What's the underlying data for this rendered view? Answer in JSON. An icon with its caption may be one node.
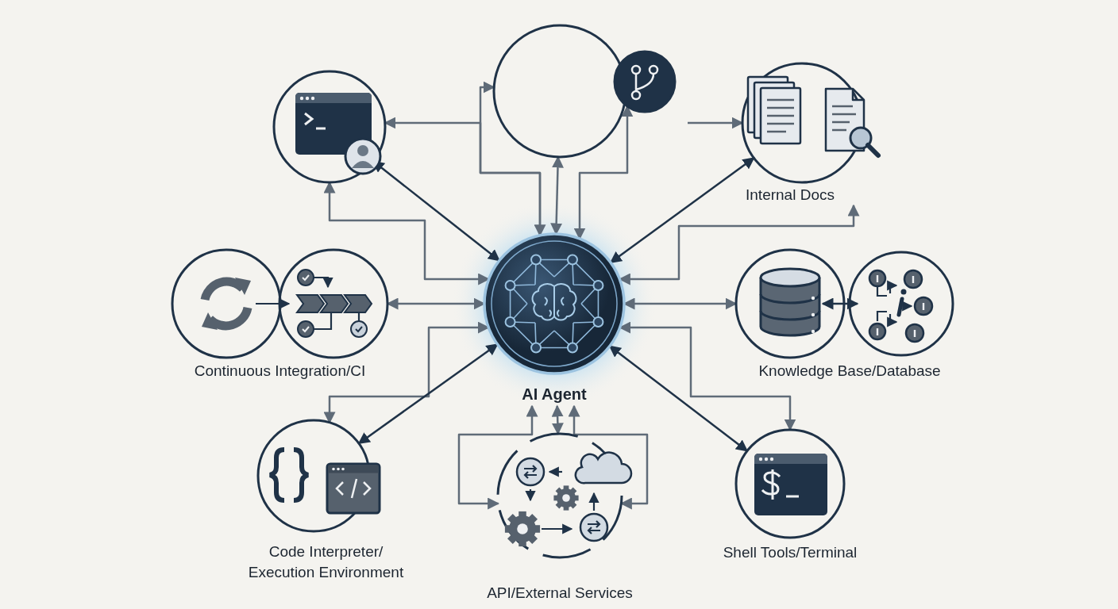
{
  "diagram": {
    "nodes": [
      {
        "text": [
          "AI Agent"
        ]
      },
      {
        "text": [],
        "shape": "circle"
      },
      {
        "text": [],
        "shape": "circle"
      },
      {
        "text": [
          "Internal Docs"
        ]
      },
      {
        "text": [
          "Continuous Integration/CI"
        ]
      },
      {
        "text": [
          "Knowledge Base/Database"
        ]
      },
      {
        "text": [
          "Code Interpreter/ Execution Environment"
        ]
      },
      {
        "text": [
          "API/External Services"
        ]
      },
      {
        "text": [
          "Shell Tools/Terminal"
        ]
      }
    ],
    "edges": [
      {
        "from": 0,
        "to": 1,
        "arrow": "both",
        "color": "#1f3247"
      },
      {
        "from": 0,
        "to": 1,
        "arrow": "both"
      },
      {
        "from": 0,
        "to": 1,
        "arrow": "both"
      },
      {
        "from": 0,
        "to": 2,
        "arrow": "to"
      },
      {
        "from": 0,
        "to": 2,
        "arrow": "both"
      },
      {
        "from": 0,
        "to": 2,
        "arrow": "both"
      },
      {
        "from": 0,
        "to": 3,
        "arrow": "both",
        "color": "#1f3247"
      },
      {
        "from": 0,
        "to": 3,
        "arrow": "both"
      },
      {
        "from": null,
        "to": 3,
        "arrow": "to"
      },
      {
        "from": 4,
        "to": 0,
        "arrow": "both"
      },
      {
        "from": 0,
        "to": 6,
        "arrow": "both"
      },
      {
        "from": 0,
        "to": 6,
        "arrow": "both",
        "color": "#1f3247"
      },
      {
        "from": 0,
        "to": 7,
        "arrow": "both"
      },
      {
        "from": 0,
        "to": 7,
        "arrow": "both"
      },
      {
        "from": 0,
        "to": 7,
        "arrow": "both"
      },
      {
        "from": 0,
        "to": 5,
        "arrow": "both"
      },
      {
        "from": 0,
        "to": 8,
        "arrow": "both"
      },
      {
        "from": 0,
        "to": 8,
        "arrow": "both",
        "color": "#1f3247"
      }
    ]
  }
}
